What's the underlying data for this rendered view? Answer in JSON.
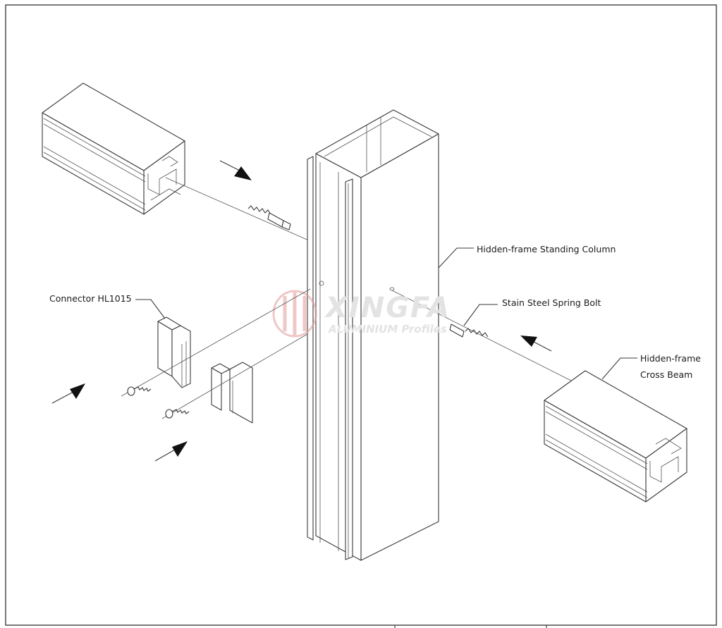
{
  "labels": {
    "standing_column": "Hidden-frame Standing Column",
    "spring_bolt": "Stain Steel Spring Bolt",
    "cross_beam_line1": "Hidden-frame",
    "cross_beam_line2": "Cross Beam",
    "connector": "Connector HL1015"
  },
  "watermark": {
    "brand": "XINGFA",
    "tagline": "ALUMINIUM Profiles"
  },
  "colors": {
    "line": "#3a3a3a",
    "watermark_logo": "#e39a9a",
    "watermark_text": "#e3e3e3"
  }
}
